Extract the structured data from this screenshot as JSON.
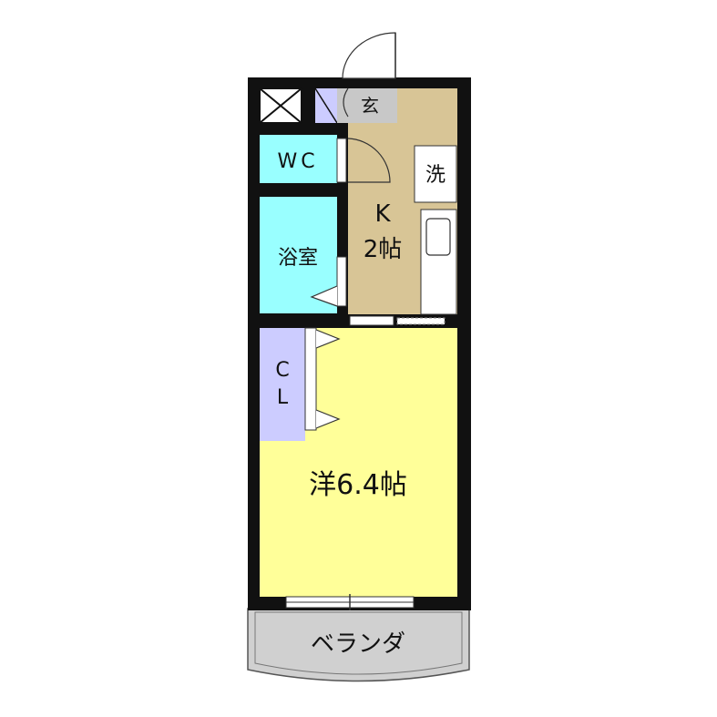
{
  "rooms": {
    "entrance": {
      "label": "玄",
      "color": "#c8c8c8"
    },
    "wc": {
      "label": "WC",
      "color": "#99ffff"
    },
    "bath": {
      "label": "浴室",
      "color": "#99ffff"
    },
    "washer": {
      "label": "洗",
      "color": "#ffffff"
    },
    "kitchen": {
      "label_line1": "K",
      "label_line2": "2帖",
      "color": "#d8c596"
    },
    "closet": {
      "label_line1": "C",
      "label_line2": "L",
      "color": "#ccccff"
    },
    "western": {
      "label": "洋6.4帖",
      "color": "#ffff99"
    },
    "balcony": {
      "label": "ベランダ",
      "color": "#d0d0d0"
    }
  },
  "icons": [
    "pipe-space-cross-icon",
    "entry-door-swing-icon",
    "kitchen-sink-icon"
  ],
  "colors": {
    "wall": "#111111",
    "fixture": "#ffffff"
  }
}
